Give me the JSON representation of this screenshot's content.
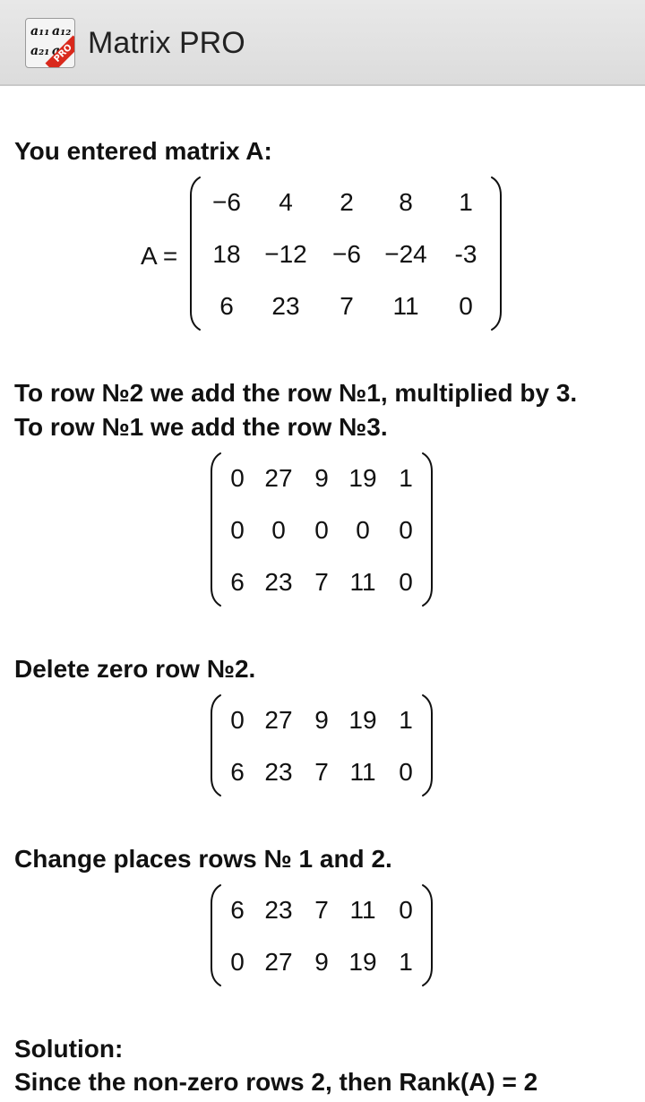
{
  "app": {
    "title": "Matrix PRO",
    "icon": {
      "name": "matrix-pro-app-icon",
      "subscripts": [
        "a₁₁",
        "a₁₂",
        "a₂₁",
        "a₂₂"
      ],
      "band_text": "PRO",
      "band_color": "#d9291c"
    }
  },
  "steps": [
    {
      "text_lines": [
        "You entered matrix A:"
      ],
      "label": "A =",
      "rows": [
        [
          "−6",
          "4",
          "2",
          "8",
          "1"
        ],
        [
          "18",
          "−12",
          "−6",
          "−24",
          "-3"
        ],
        [
          "6",
          "23",
          "7",
          "11",
          "0"
        ]
      ]
    },
    {
      "text_lines": [
        "To row №2 we add the row №1, multiplied by 3.",
        "To row №1 we add the row №3."
      ],
      "rows": [
        [
          "0",
          "27",
          "9",
          "19",
          "1"
        ],
        [
          "0",
          "0",
          "0",
          "0",
          "0"
        ],
        [
          "6",
          "23",
          "7",
          "11",
          "0"
        ]
      ]
    },
    {
      "text_lines": [
        "Delete zero row №2."
      ],
      "rows": [
        [
          "0",
          "27",
          "9",
          "19",
          "1"
        ],
        [
          "6",
          "23",
          "7",
          "11",
          "0"
        ]
      ]
    },
    {
      "text_lines": [
        "Change places rows № 1 and 2."
      ],
      "rows": [
        [
          "6",
          "23",
          "7",
          "11",
          "0"
        ],
        [
          "0",
          "27",
          "9",
          "19",
          "1"
        ]
      ]
    }
  ],
  "solution": {
    "lines": [
      "Solution:",
      "Since the non-zero rows 2, then Rank(A) = 2"
    ]
  }
}
